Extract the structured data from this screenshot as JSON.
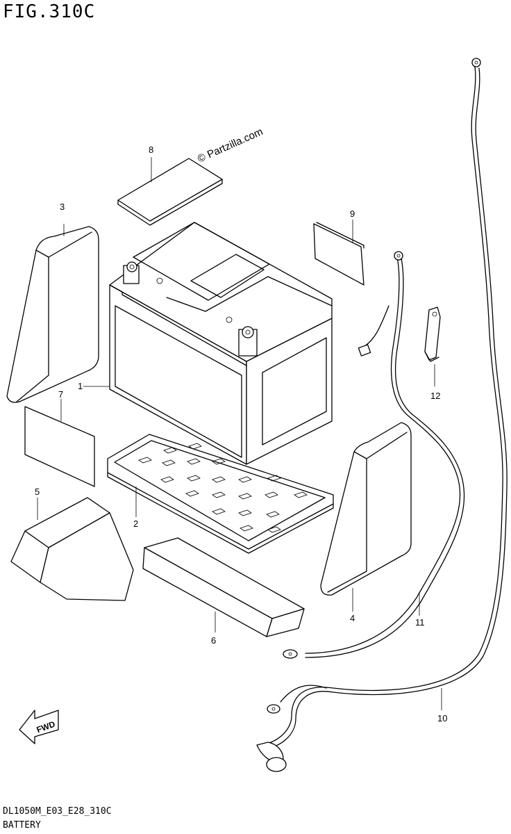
{
  "header": {
    "figure_title": "FIG.310C"
  },
  "watermark": {
    "text": "© Partzilla.com"
  },
  "footer": {
    "model_code": "DL1050M_E03_E28_310C",
    "section_name": "BATTERY"
  },
  "fwd_arrow": {
    "label": "FWD"
  },
  "callouts": {
    "c1": "1",
    "c2": "2",
    "c3": "3",
    "c4": "4",
    "c5": "5",
    "c6": "6",
    "c7": "7",
    "c8": "8",
    "c9": "9",
    "c10": "10",
    "c11": "11",
    "c12": "12"
  }
}
